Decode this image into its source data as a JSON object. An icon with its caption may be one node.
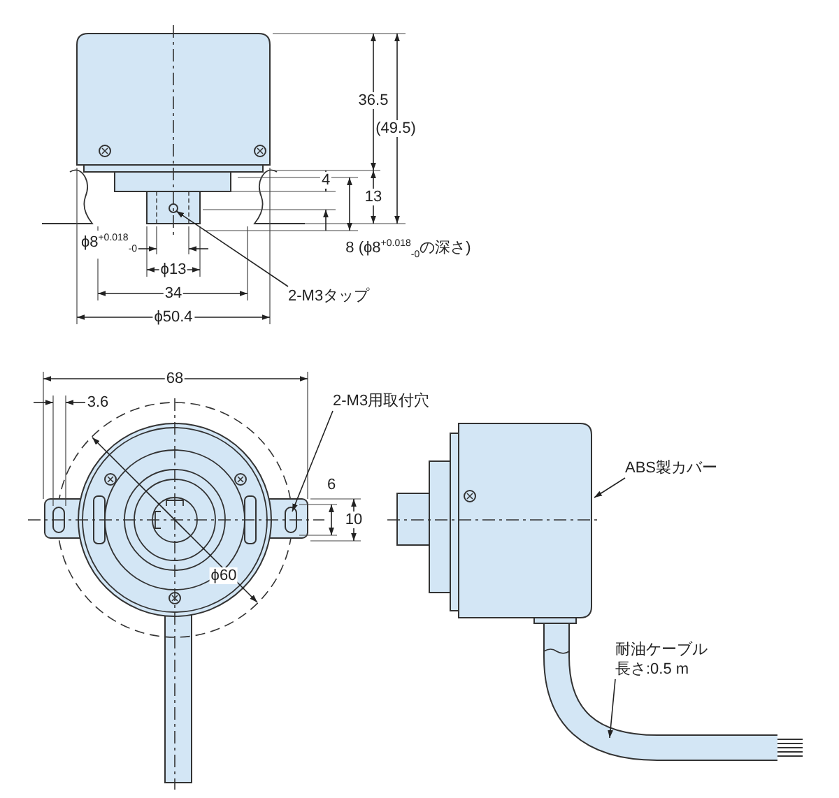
{
  "diagram": {
    "nodes": [
      {
        "text": [
          "2-M3タップ"
        ]
      },
      {
        "text": [
          "2-M3用取付穴"
        ]
      },
      {
        "text": [
          "ABS製カバー"
        ]
      },
      {
        "text": [
          "耐油ケーブル",
          "長さ:0.5 m"
        ]
      }
    ],
    "edges": [
      {
        "from": 0,
        "to": null,
        "arrow": "to"
      },
      {
        "from": 1,
        "to": null,
        "arrow": "to"
      },
      {
        "from": 2,
        "to": null,
        "arrow": "to"
      },
      {
        "from": 3,
        "to": null,
        "arrow": "to"
      }
    ],
    "labels": [
      "36.5",
      "(49.5)",
      "4",
      "13",
      "ϕ8$^{+0.018}$$_{-0}$",
      "8 (ϕ8$^{+0.018}$$_{-0}$の深さ)",
      "ϕ13",
      "34",
      "ϕ50.4",
      "68",
      "3.6",
      "6",
      "10",
      "ϕ60"
    ]
  }
}
